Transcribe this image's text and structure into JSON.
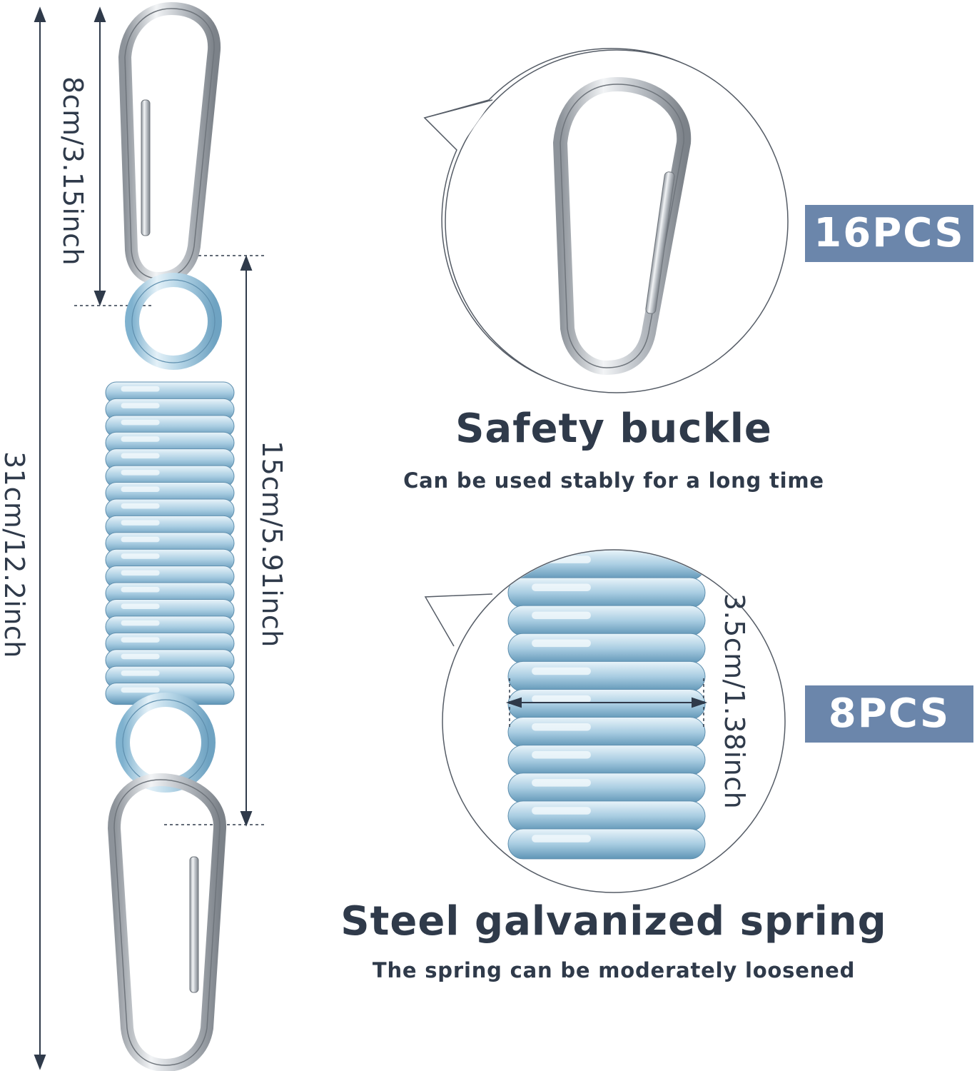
{
  "dimensions": {
    "carabiner_length": "8cm/3.15inch",
    "total_length": "31cm/12.2inch",
    "spring_length": "15cm/5.91inch",
    "spring_diameter": "3.5cm/1.38inch"
  },
  "features": [
    {
      "title": "Safety buckle",
      "subtitle": "Can be used stably for a long time",
      "quantity": "16PCS"
    },
    {
      "title": "Steel galvanized spring",
      "subtitle": "The spring can be moderately loosened",
      "quantity": "8PCS"
    }
  ],
  "colors": {
    "text": "#2f3a4a",
    "badge": "#6b86ab",
    "spring": "#a9cde2",
    "steel": "#c9cdd2"
  }
}
